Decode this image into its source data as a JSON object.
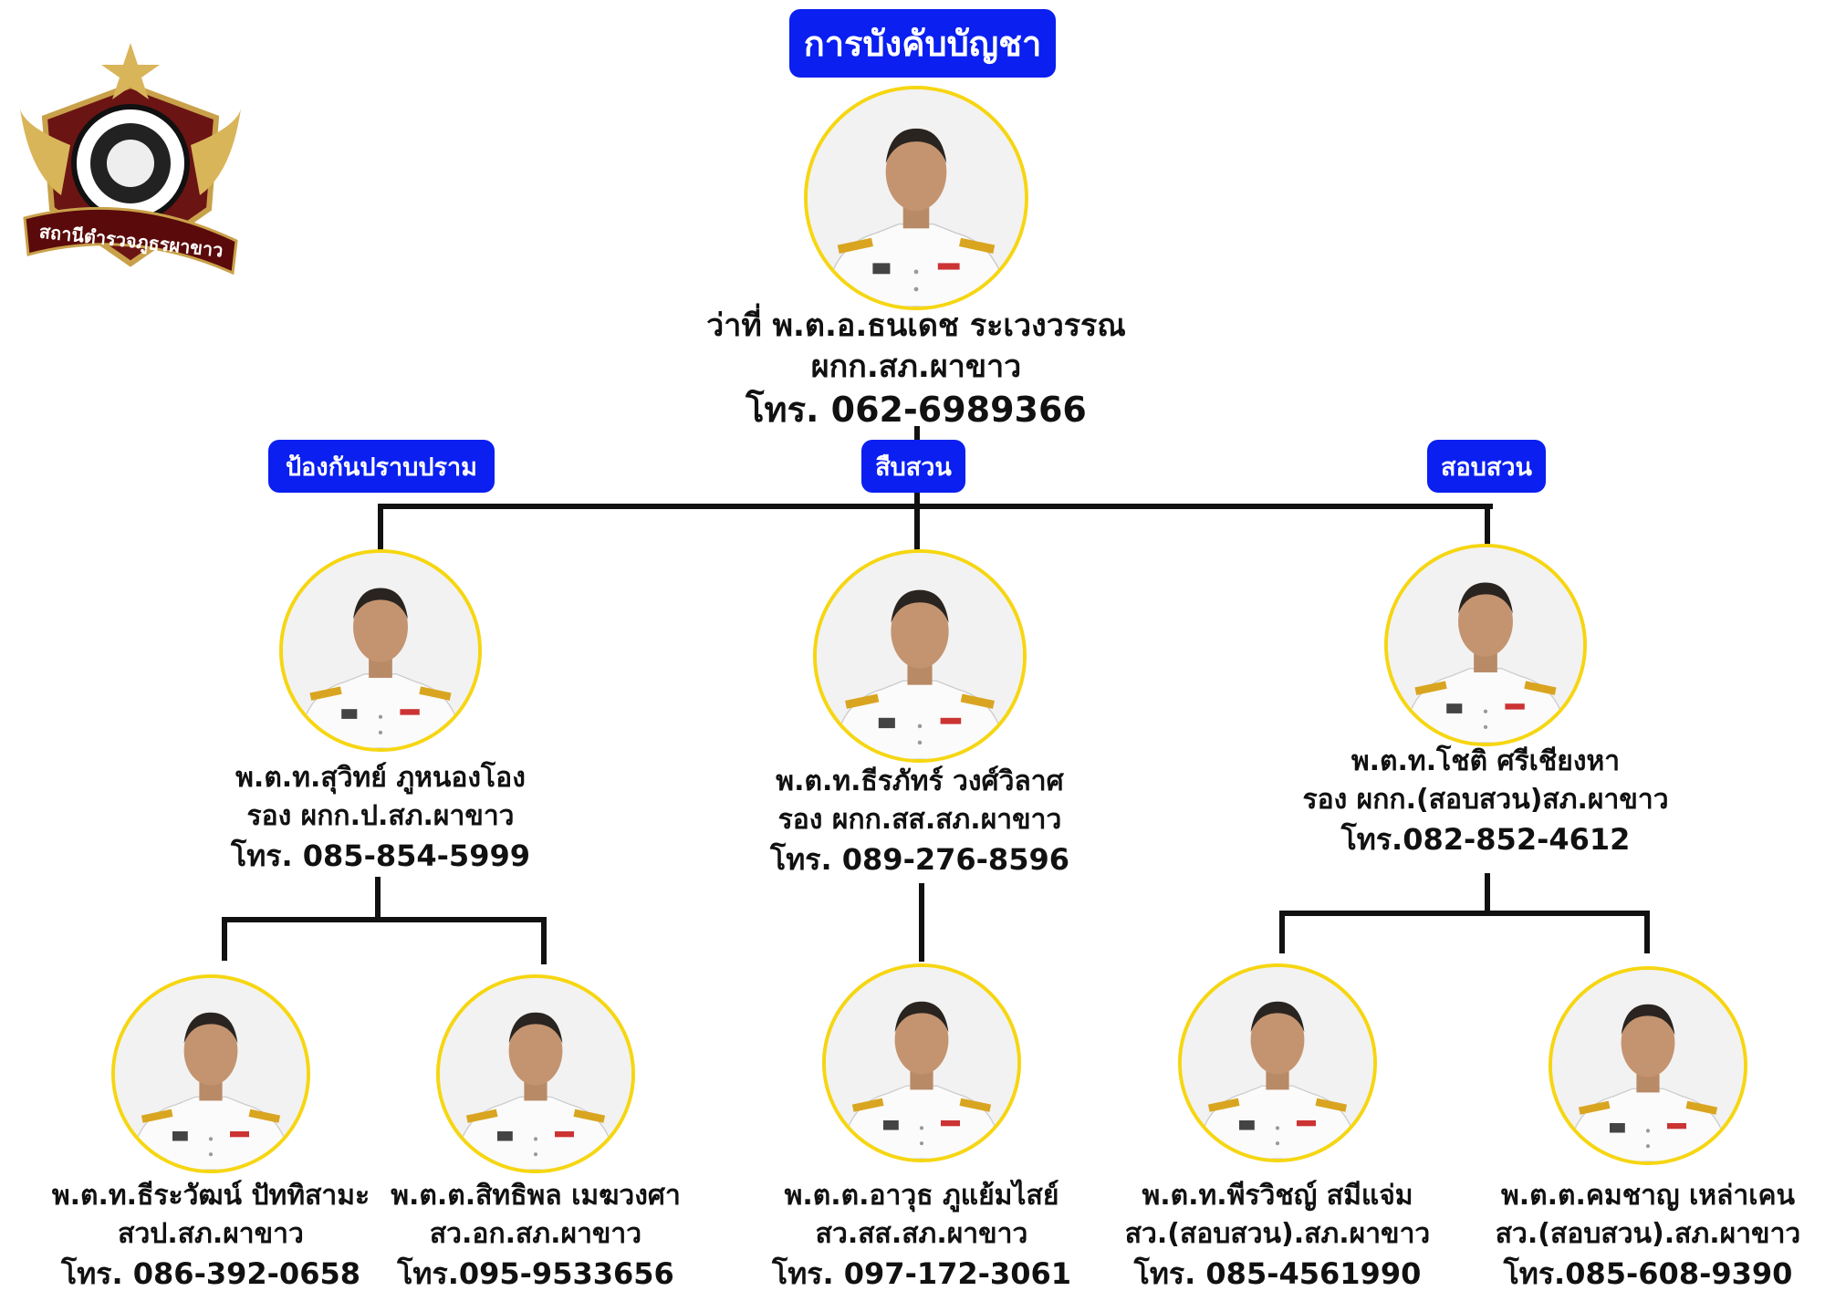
{
  "logo": {
    "text": "สถานีตำรวจภูธรผาขาว"
  },
  "header": {
    "title": "การบังคับบัญชา"
  },
  "colors": {
    "badge": "#0a1ff0",
    "ring": "#f6d612",
    "line": "#111111"
  },
  "commander": {
    "name": "ว่าที่ พ.ต.อ.ธนเดช ระเวงวรรณ",
    "position": "ผกก.สภ.ผาขาว",
    "phone": "โทร. 062-6989366"
  },
  "divisions": [
    {
      "label": "ป้องกันปราบปราม",
      "deputy": {
        "name": "พ.ต.ท.สุวิทย์ ภูหนองโอง",
        "position": "รอง ผกก.ป.สภ.ผาขาว",
        "phone": "โทร. 085-854-5999"
      },
      "staff": [
        {
          "name": "พ.ต.ท.ธีระวัฒน์ ปัททิสามะ",
          "position": "สวป.สภ.ผาขาว",
          "phone": "โทร. 086-392-0658"
        },
        {
          "name": "พ.ต.ต.สิทธิพล เมฆวงศา",
          "position": "สว.อก.สภ.ผาขาว",
          "phone": "โทร.095-9533656"
        }
      ]
    },
    {
      "label": "สืบสวน",
      "deputy": {
        "name": "พ.ต.ท.ธีรภัทร์ วงศ์วิลาศ",
        "position": "รอง ผกก.สส.สภ.ผาขาว",
        "phone": "โทร. 089-276-8596"
      },
      "staff": [
        {
          "name": "พ.ต.ต.อาวุธ ภูแย้มไสย์",
          "position": "สว.สส.สภ.ผาขาว",
          "phone": "โทร. 097-172-3061"
        }
      ]
    },
    {
      "label": "สอบสวน",
      "deputy": {
        "name": "พ.ต.ท.โชติ ศรีเชียงหา",
        "position": "รอง ผกก.(สอบสวน)สภ.ผาขาว",
        "phone": "โทร.082-852-4612"
      },
      "staff": [
        {
          "name": "พ.ต.ท.พีรวิชญ์ สมีแจ่ม",
          "position": "สว.(สอบสวน).สภ.ผาขาว",
          "phone": "โทร. 085-4561990"
        },
        {
          "name": "พ.ต.ต.คมชาญ เหล่าเคน",
          "position": "สว.(สอบสวน).สภ.ผาขาว",
          "phone": "โทร.085-608-9390"
        }
      ]
    }
  ]
}
